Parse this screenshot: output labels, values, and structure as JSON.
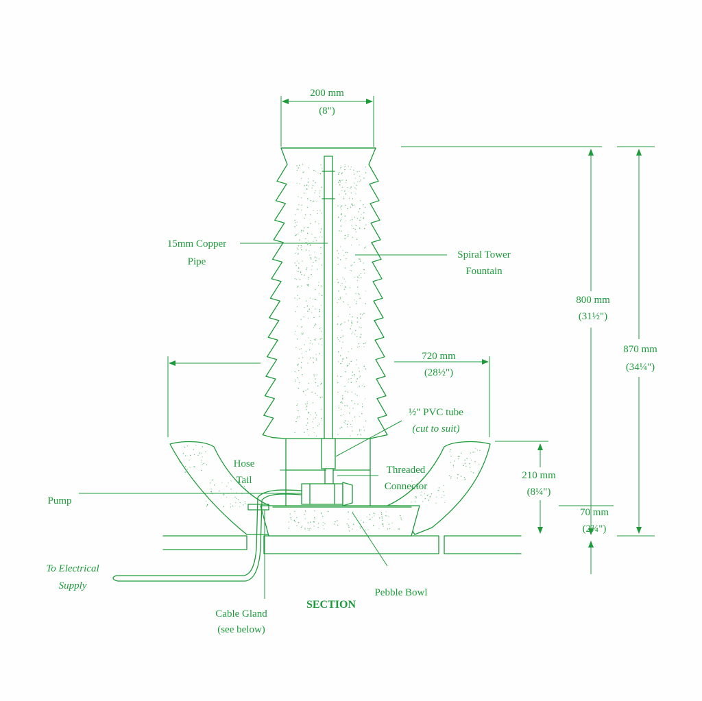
{
  "colors": {
    "ink": "#1d9a3a",
    "paper": "#fdfefd"
  },
  "labels": {
    "top_width_mm": "200 mm",
    "top_width_in": "(8\")",
    "copper_pipe_1": "15mm Copper",
    "copper_pipe_2": "Pipe",
    "spiral_1": "Spiral Tower",
    "spiral_2": "Fountain",
    "tower_height_mm": "800 mm",
    "tower_height_in": "(31½\")",
    "total_height_mm": "870 mm",
    "total_height_in": "(34¼\")",
    "bowl_width_mm": "720 mm",
    "bowl_width_in": "(28½\")",
    "pvc_1": "½\" PVC tube",
    "pvc_2": "(cut to suit)",
    "hose_1": "Hose",
    "hose_2": "Tail",
    "threaded_1": "Threaded",
    "threaded_2": "Connector",
    "bowl_height_mm": "210 mm",
    "bowl_height_in": "(8¼\")",
    "base_height_mm": "70 mm",
    "base_height_in": "(2¾\")",
    "pump": "Pump",
    "electrical_1": "To Electrical",
    "electrical_2": "Supply",
    "pebble_bowl": "Pebble Bowl",
    "section": "SECTION",
    "cable_gland_1": "Cable Gland",
    "cable_gland_2": "(see below)"
  }
}
